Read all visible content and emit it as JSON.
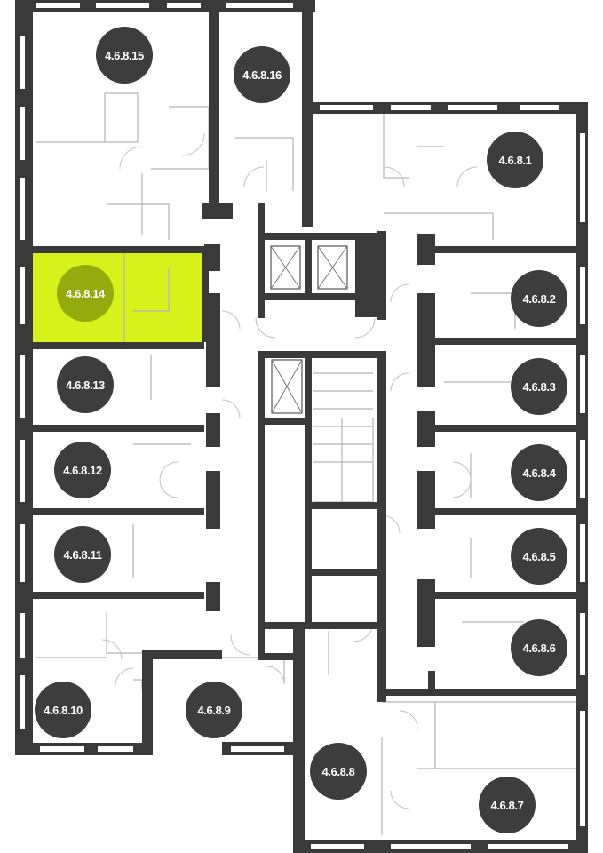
{
  "colors": {
    "wall": "#3a3a3a",
    "badge": "#3d3d3d",
    "highlight": "#d6f21a",
    "highlight_badge": "#93ab0c"
  },
  "selected_unit": "4.6.8.14",
  "units": [
    {
      "id": "u1",
      "label": "4.6.8.1"
    },
    {
      "id": "u2",
      "label": "4.6.8.2"
    },
    {
      "id": "u3",
      "label": "4.6.8.3"
    },
    {
      "id": "u4",
      "label": "4.6.8.4"
    },
    {
      "id": "u5",
      "label": "4.6.8.5"
    },
    {
      "id": "u6",
      "label": "4.6.8.6"
    },
    {
      "id": "u7",
      "label": "4.6.8.7"
    },
    {
      "id": "u8",
      "label": "4.6.8.8"
    },
    {
      "id": "u9",
      "label": "4.6.8.9"
    },
    {
      "id": "u10",
      "label": "4.6.8.10"
    },
    {
      "id": "u11",
      "label": "4.6.8.11"
    },
    {
      "id": "u12",
      "label": "4.6.8.12"
    },
    {
      "id": "u13",
      "label": "4.6.8.13"
    },
    {
      "id": "u14",
      "label": "4.6.8.14"
    },
    {
      "id": "u15",
      "label": "4.6.8.15"
    },
    {
      "id": "u16",
      "label": "4.6.8.16"
    }
  ]
}
